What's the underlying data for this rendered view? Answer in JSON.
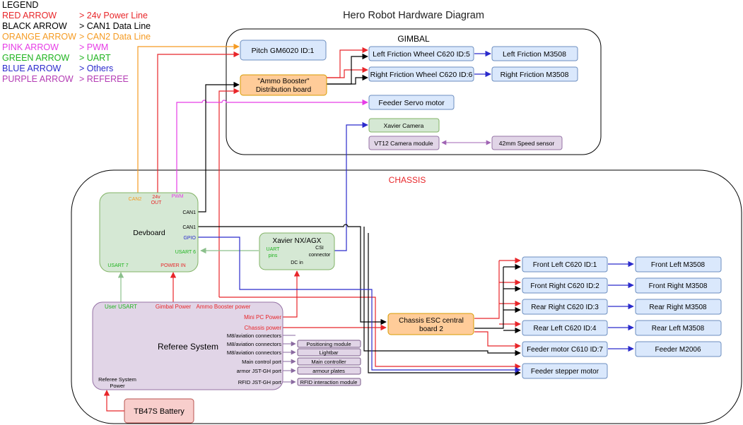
{
  "title": "Hero Robot Hardware Diagram",
  "colors": {
    "red": "#e8262a",
    "black": "#000000",
    "orange": "#f59b23",
    "pink": "#e63ce6",
    "green": "#1fb31f",
    "blue": "#2b2bcc",
    "purple": "#a064b4",
    "dev_fill": "#d5e8d4",
    "dev_stroke": "#82b366",
    "blue_fill": "#dae8fc",
    "blue_stroke": "#6c8ebf",
    "orange_fill": "#ffcc99",
    "orange_stroke": "#d79b00",
    "purple_fill": "#e1d5e7",
    "purple_stroke": "#9673a6",
    "red_fill": "#f8cecc",
    "red_stroke": "#b85450"
  },
  "legend": {
    "heading": "LEGEND",
    "items": [
      {
        "key": "RED ARROW",
        "value": "> 24v Power Line",
        "color": "#e8262a"
      },
      {
        "key": "BLACK ARROW",
        "value": "> CAN1 Data Line",
        "color": "#000000"
      },
      {
        "key": "ORANGE ARROW",
        "value": "> CAN2 Data Line",
        "color": "#f59b23"
      },
      {
        "key": "PINK ARROW",
        "value": "> PWM",
        "color": "#e63ce6"
      },
      {
        "key": "GREEN ARROW",
        "value": "> UART",
        "color": "#1fb31f"
      },
      {
        "key": "BLUE ARROW",
        "value": "> Others",
        "color": "#2b2bcc"
      },
      {
        "key": "PURPLE ARROW",
        "value": "> REFEREE",
        "color": "#b43cb4"
      }
    ]
  },
  "gimbal": {
    "label": "GIMBAL",
    "pitch": "Pitch GM6020 ID:1",
    "ammo_booster": "\"Ammo Booster\"",
    "ammo_booster_sub": "Distribution board",
    "left_friction_wheel": "Left Friction Wheel C620 ID:5",
    "right_friction_wheel": "Right Friction Wheel C620 ID:6",
    "left_friction_motor": "Left Friction M3508",
    "right_friction_motor": "Right Friction M3508",
    "feeder_servo": "Feeder Servo motor",
    "xavier_camera": "Xavier Camera",
    "vt12_camera": "VT12 Camera module",
    "speed_sensor": "42mm Speed sensor"
  },
  "chassis": {
    "label": "CHASSIS",
    "devboard": {
      "title": "Devboard",
      "can2": "CAN2",
      "out_24v_top": "24v",
      "out_24v_bottom": "OUT",
      "pwm": "PWM",
      "can1_a": "CAN1",
      "can1_b": "CAN1",
      "gpio": "GPIO",
      "usart6": "USART 6",
      "usart7": "USART 7",
      "power_in": "POWER IN"
    },
    "xavier": {
      "title": "Xavier NX/AGX",
      "uart_top": "UART",
      "uart_bottom": "pins",
      "csi_top": "CSI",
      "csi_bottom": "connector",
      "dc_in": "DC in"
    },
    "esc": {
      "line1": "Chassis ESC central",
      "line2": "board 2"
    },
    "controllers": [
      "Front Left C620 ID:1",
      "Front Right C620 ID:2",
      "Rear Right C620 ID:3",
      "Rear Left C620 ID:4",
      "Feeder motor C610 ID:7",
      "Feeder stepper motor"
    ],
    "motors": [
      "Front Left M3508",
      "Front Right M3508",
      "Rear Right M3508",
      "Rear Left M3508",
      "Feeder M2006"
    ],
    "referee": {
      "title": "Referee System",
      "user_usart": "User USART",
      "gimbal_power": "Gimbal Power",
      "ammo_booster_power": "Ammo Booster power",
      "mini_pc_power": "Mini PC Power",
      "chassis_power": "Chassis power",
      "m8_1": "M8/aviation connectors",
      "m8_2": "M8/aviation connectors",
      "m8_3": "M8/aviation connectors",
      "main_control_port": "Main control port",
      "armor_port": "armor JST-GH port",
      "rfid_port": "RFID JST-GH port",
      "power_top": "Referee System",
      "power_bottom": "Power"
    },
    "modules": [
      "Positioning module",
      "Lightbar",
      "Main controller",
      "armour plates",
      "RFID interaction module"
    ],
    "battery": "TB47S Battery"
  }
}
